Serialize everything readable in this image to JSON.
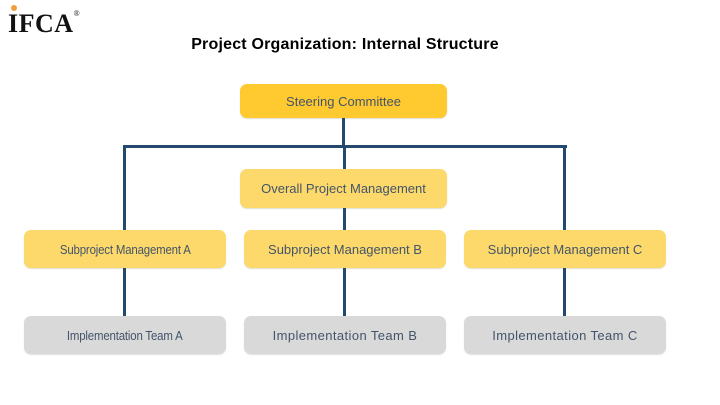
{
  "logo": {
    "text": "IFCA",
    "registered": "®"
  },
  "title": "Project Organization: Internal Structure",
  "org": {
    "steering": "Steering Committee",
    "overall": "Overall Project Management",
    "subprojects": [
      "Subproject Management A",
      "Subproject Management B",
      "Subproject Management C"
    ],
    "teams": [
      "Implementation Team A",
      "Implementation Team B",
      "Implementation Team C"
    ]
  },
  "colors": {
    "steering_fill": "#FFC930",
    "node_fill": "#FCD96A",
    "team_fill": "#D9D9D9",
    "connector": "#234A6E",
    "box_text": "#44546A",
    "title_text": "#000000",
    "logo_dot": "#EE9F3C"
  }
}
